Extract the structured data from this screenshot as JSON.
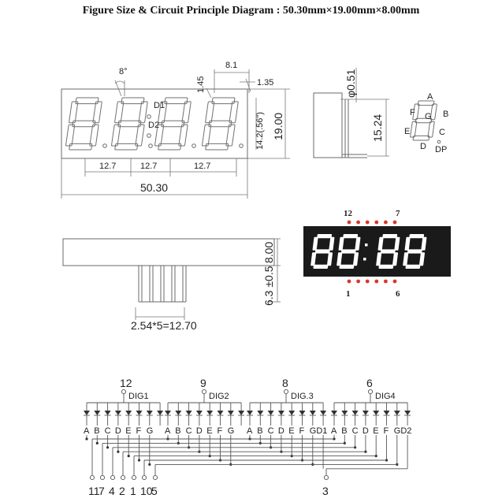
{
  "title": "Figure Size & Circuit Principle Diagram : 50.30mm×19.00mm×8.00mm",
  "front_view": {
    "angle": "8°",
    "pitch": "8.1",
    "d1_offset": "1.45",
    "d2_offset": "1.35",
    "digit_h": "14.2(.56\")",
    "height": "19.00",
    "spacing": [
      "12.7",
      "12.7",
      "12.7"
    ],
    "width": "50.30",
    "colon_top": "D1",
    "colon_bottom": "D2"
  },
  "side_view": {
    "pin_dia": "φ0.51",
    "pin_len": "15.24"
  },
  "seg_legend": {
    "a": "A",
    "b": "B",
    "c": "C",
    "d": "D",
    "e": "E",
    "f": "F",
    "g": "G",
    "dp": "DP"
  },
  "display": {
    "top_pins": [
      "12",
      "7"
    ],
    "bottom_pins": [
      "1",
      "6"
    ]
  },
  "bottom_view": {
    "depth": "8.00",
    "pin_len": "6.3 ±0.5",
    "pin_pitch": "2.54*5=12.70"
  },
  "circuit": {
    "digits": [
      {
        "pin": "12",
        "label": "DIG1"
      },
      {
        "pin": "9",
        "label": "DIG2"
      },
      {
        "pin": "8",
        "label": "DIG.3"
      },
      {
        "pin": "6",
        "label": "DIG4"
      }
    ],
    "seg_groups": [
      [
        "A",
        "B",
        "C",
        "D",
        "E",
        "F",
        "G"
      ],
      [
        "A",
        "B",
        "C",
        "D",
        "E",
        "F",
        "G"
      ],
      [
        "A",
        "B",
        "C",
        "D",
        "E",
        "F",
        "GD1"
      ],
      [
        "A",
        "B",
        "C",
        "D",
        "E",
        "F",
        "GD2"
      ]
    ],
    "bottom_pins": [
      "11",
      "7",
      "4",
      "2",
      "1",
      "10",
      "5",
      "3"
    ]
  }
}
